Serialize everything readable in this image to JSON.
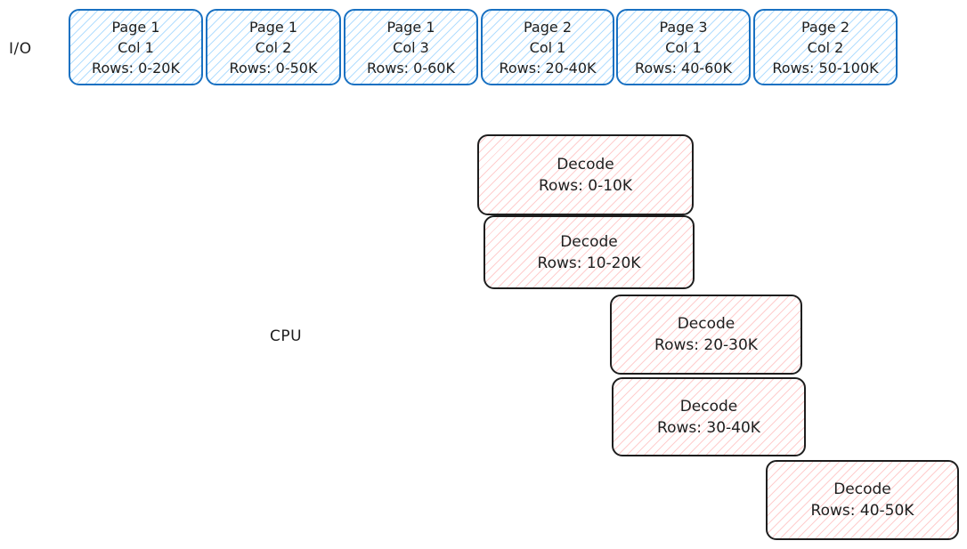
{
  "lanes": {
    "io_label": "I/O",
    "cpu_label": "CPU"
  },
  "colors": {
    "io_stroke": "#1971c2",
    "io_fill": "#a5d8ff",
    "cpu_stroke": "#1e1e1e",
    "cpu_fill": "#ffc9c9"
  },
  "io_pages": [
    {
      "page": "Page 1",
      "col": "Col 1",
      "rows": "Rows: 0-20K"
    },
    {
      "page": "Page 1",
      "col": "Col 2",
      "rows": "Rows: 0-50K"
    },
    {
      "page": "Page 1",
      "col": "Col 3",
      "rows": "Rows: 0-60K"
    },
    {
      "page": "Page 2",
      "col": "Col 1",
      "rows": "Rows: 20-40K"
    },
    {
      "page": "Page 3",
      "col": "Col 1",
      "rows": "Rows: 40-60K"
    },
    {
      "page": "Page 2",
      "col": "Col 2",
      "rows": "Rows: 50-100K"
    }
  ],
  "cpu_tasks": [
    {
      "title": "Decode",
      "rows": "Rows: 0-10K"
    },
    {
      "title": "Decode",
      "rows": "Rows: 10-20K"
    },
    {
      "title": "Decode",
      "rows": "Rows: 20-30K"
    },
    {
      "title": "Decode",
      "rows": "Rows: 30-40K"
    },
    {
      "title": "Decode",
      "rows": "Rows: 40-50K"
    }
  ]
}
